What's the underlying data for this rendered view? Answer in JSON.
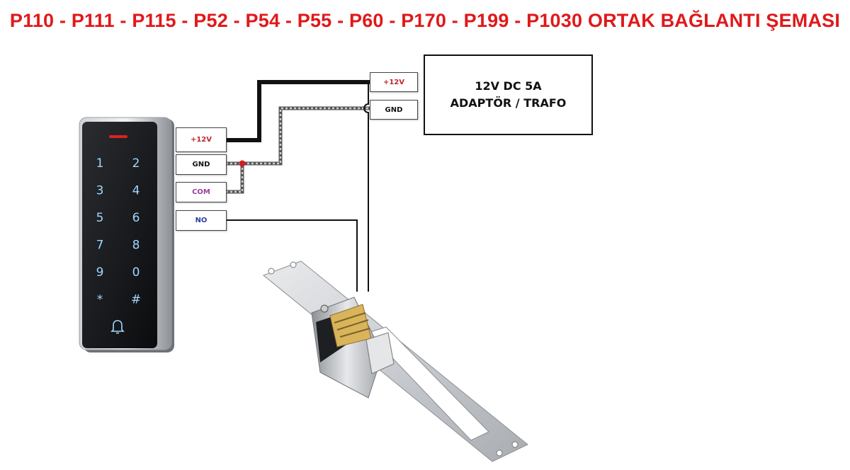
{
  "title": "P110 - P111 - P115 - P52 - P54 - P55 - P60 - P170 - P199 - P1030 ORTAK BAĞLANTI ŞEMASI",
  "colors": {
    "title": "#e0191b",
    "label_12v": "#c0282d",
    "label_gnd": "#111111",
    "label_com": "#9b3fa0",
    "label_no": "#2f3f9a"
  },
  "keypad": {
    "keys": [
      "1",
      "2",
      "3",
      "4",
      "5",
      "6",
      "7",
      "8",
      "9",
      "0",
      "*",
      "#"
    ],
    "bell_icon": "bell-icon"
  },
  "terminals": {
    "v12": "+12V",
    "gnd": "GND",
    "com": "COM",
    "no": "NO"
  },
  "adaptor": {
    "line1": "12V DC 5A",
    "line2": "ADAPTÖR / TRAFO",
    "v12": "+12V",
    "gnd": "GND"
  }
}
